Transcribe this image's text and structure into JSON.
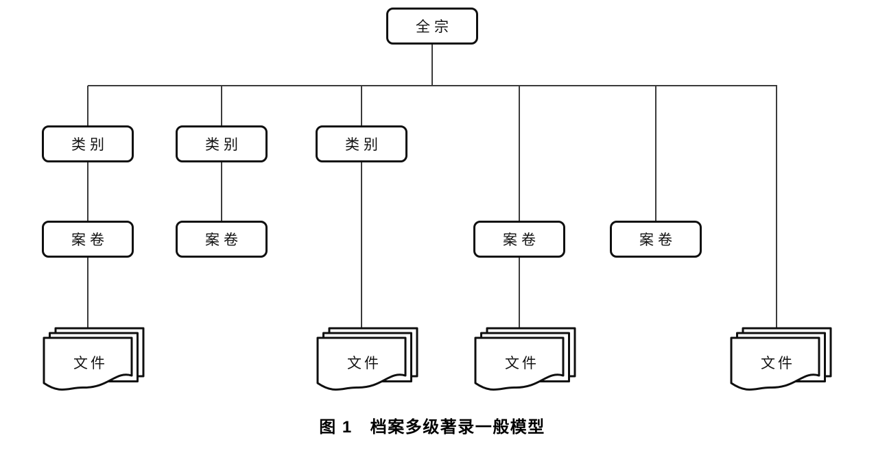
{
  "figure_caption": {
    "label": "图 1",
    "title": "档案多级著录一般模型"
  },
  "nodes": [
    {
      "id": "fonds",
      "label": "全宗"
    },
    {
      "id": "class-1",
      "label": "类别"
    },
    {
      "id": "class-2",
      "label": "类别"
    },
    {
      "id": "class-3",
      "label": "类别"
    },
    {
      "id": "file-1",
      "label": "案卷"
    },
    {
      "id": "file-2",
      "label": "案卷"
    },
    {
      "id": "file-3",
      "label": "案卷"
    },
    {
      "id": "file-4",
      "label": "案卷"
    },
    {
      "id": "item-1",
      "label": "文件"
    },
    {
      "id": "item-2",
      "label": "文件"
    },
    {
      "id": "item-3",
      "label": "文件"
    },
    {
      "id": "item-4",
      "label": "文件"
    }
  ],
  "hierarchy": {
    "root": "全宗",
    "branches": [
      [
        "类别",
        "案卷",
        "文件"
      ],
      [
        "类别",
        "案卷"
      ],
      [
        "类别",
        "文件"
      ],
      [
        "案卷",
        "文件"
      ],
      [
        "案卷"
      ],
      [
        "文件"
      ]
    ]
  },
  "colors": {
    "line": "#3a3a3a",
    "node_border": "#0f0f0f",
    "background": "#ffffff",
    "text": "#111111"
  }
}
